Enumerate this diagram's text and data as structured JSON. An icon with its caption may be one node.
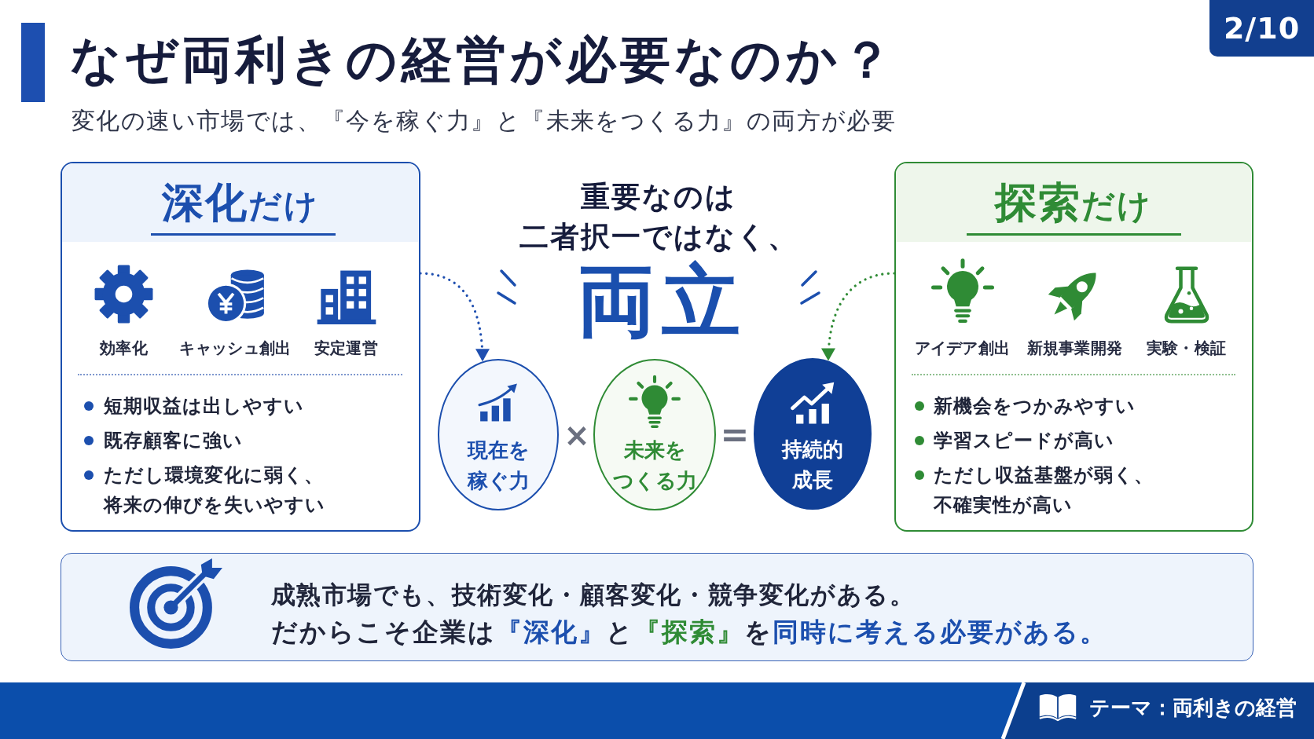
{
  "diagram": {
    "title": "なぜ両利きの経営が必要なのか？",
    "nodes": [
      {
        "text": [
          "2/10"
        ]
      },
      {
        "text": [
          "**深化**だけ",
          "効率化",
          "キャッシュ創出",
          "安定運営",
          "短期収益は出しやすい",
          "既存顧客に強い",
          "ただし環境変化に弱く、将来の伸びを失いやすい"
        ]
      },
      {
        "text": [
          "現在を稼ぐ力"
        ]
      },
      {
        "text": [
          "未来をつくる力"
        ]
      },
      {
        "text": [
          "持続的成長"
        ]
      },
      {
        "text": [
          "**探索**だけ",
          "アイデア創出",
          "新規事業開発",
          "実験・検証",
          "新機会をつかみやすい",
          "学習スピードが高い",
          "ただし収益基盤が弱く、不確実性が高い"
        ]
      },
      {
        "text": [
          "成熟市場でも、技術変化・顧客変化・競争変化がある。",
          "だからこそ企業は**『深化』**と**『探索』**を**同時に考える必要がある。**"
        ]
      },
      {
        "text": [
          "テーマ：両利きの経営"
        ]
      }
    ],
    "edges": [
      {
        "from": 1,
        "to": 2,
        "arrow": "to",
        "style": "dashed",
        "color": "#1f4fb0"
      },
      {
        "from": 5,
        "to": 4,
        "arrow": "to",
        "style": "dashed",
        "color": "#2f8b35"
      }
    ],
    "labels": [
      "変化の速い市場では、『今を稼ぐ力』と『未来をつくる力』の両方が必要",
      "重要なのは二者択一ではなく、",
      "両立",
      "×",
      "="
    ]
  }
}
